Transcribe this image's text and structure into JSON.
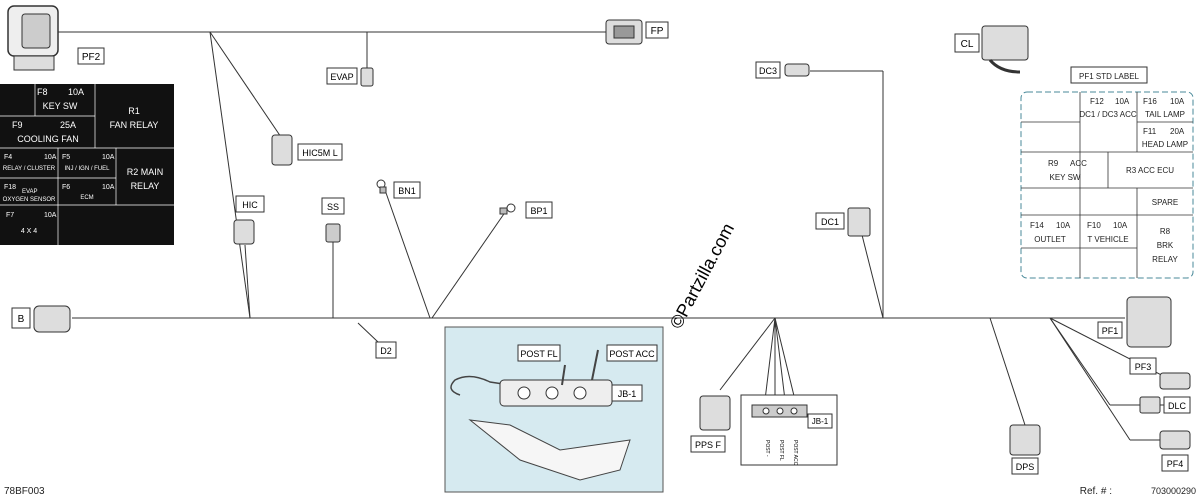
{
  "connectors": {
    "pf2": "PF2",
    "fp": "FP",
    "evap": "EVAP",
    "hic5m": "HIC5M L",
    "bn1": "BN1",
    "bp1": "BP1",
    "hic": "HIC",
    "ss": "SS",
    "b": "B",
    "d2": "D2",
    "dc3": "DC3",
    "cl": "CL",
    "dc1": "DC1",
    "pf1": "PF1",
    "pf3": "PF3",
    "dlc": "DLC",
    "pf4": "PF4",
    "dps": "DPS",
    "pps_f": "PPS F",
    "jb1_detail": "JB-1",
    "jb1_small": "JB-1",
    "post_fl": "POST FL",
    "post_acc": "POST ACC"
  },
  "jb_small_posts": [
    "POST -",
    "POST FL",
    "POST ACC"
  ],
  "pf2_fusebox": {
    "f8": "F8",
    "f8_amp": "10A",
    "f8_desc": "KEY SW",
    "f9": "F9",
    "f9_amp": "25A",
    "f9_desc": "COOLING FAN",
    "r1": "R1",
    "r1_desc": "FAN RELAY",
    "f4": "F4",
    "f4_amp": "10A",
    "f4_desc": "RELAY / CLUSTER",
    "f5": "F5",
    "f5_amp": "10A",
    "f5_desc": "INJ / IGN / FUEL",
    "r2": "R2 MAIN",
    "r2_desc": "RELAY",
    "f18": "F18",
    "f18_extra": "EVAP",
    "f18_desc": "OXYGEN SENSOR",
    "f6": "F6",
    "f6_amp": "10A",
    "f6_desc": "ECM",
    "f7": "F7",
    "f7_amp": "10A",
    "f7_desc": "4 X 4"
  },
  "pf1_label": {
    "title": "PF1 STD LABEL",
    "f12": "F12",
    "f12_amp": "10A",
    "f12_desc": "DC1 / DC3 ACC",
    "f16": "F16",
    "f16_amp": "10A",
    "f16_desc": "TAIL LAMP",
    "f11": "F11",
    "f11_amp": "20A",
    "f11_desc": "HEAD LAMP",
    "r9": "R9",
    "r9_amp": "ACC",
    "r9_desc": "KEY SW",
    "r3": "R3  ACC  ECU",
    "spare": "SPARE",
    "f14": "F14",
    "f14_amp": "10A",
    "f14_desc": "OUTLET",
    "f10": "F10",
    "f10_amp": "10A",
    "f10_desc": "T VEHICLE",
    "r8": "R8",
    "r8_desc1": "BRK",
    "r8_desc2": "RELAY"
  },
  "watermark": "©Partzilla.com",
  "footer": {
    "code": "78BF003",
    "ref_label": "Ref. # :",
    "ref_value": "703000290"
  }
}
